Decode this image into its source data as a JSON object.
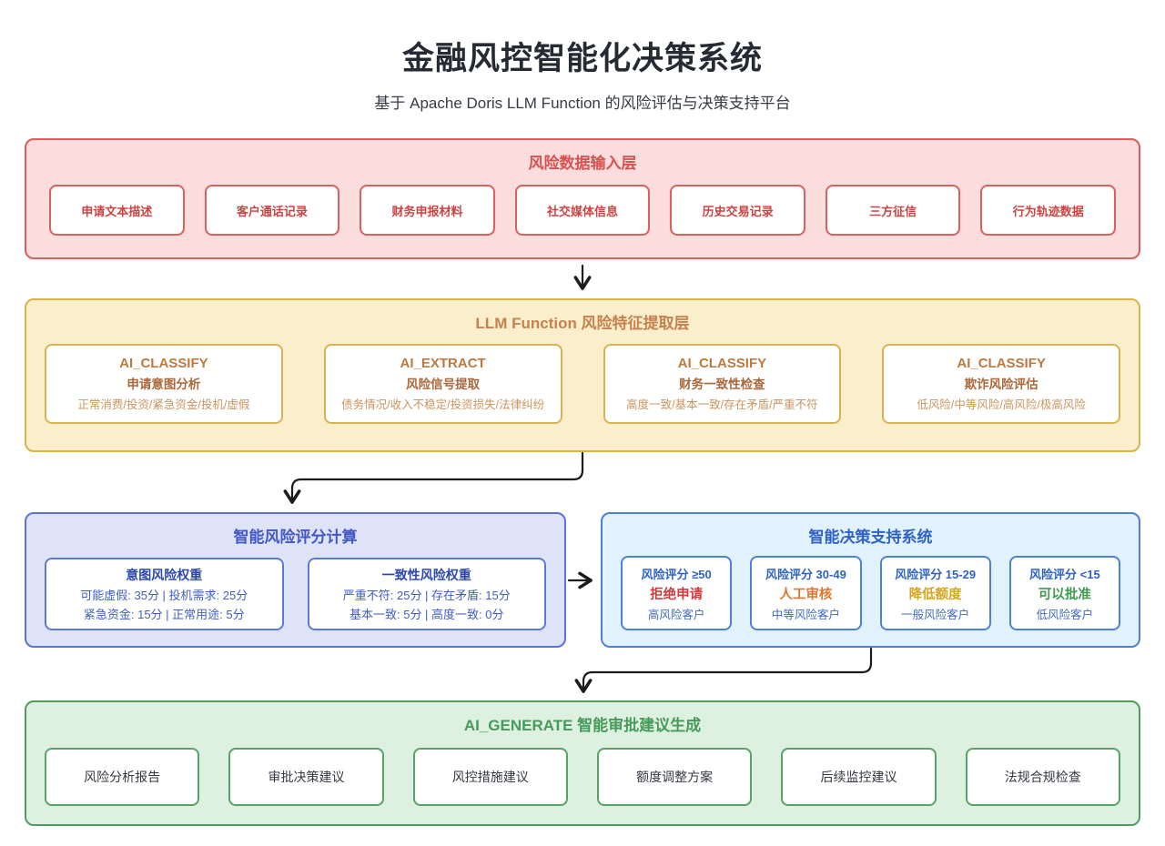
{
  "page": {
    "title": "金融风控智能化决策系统",
    "subtitle": "基于 Apache Doris LLM Function 的风险评估与决策支持平台"
  },
  "palette": {
    "input_accent": "#dd5c5c",
    "llm_accent": "#dbb34a",
    "scoring_accent": "#5a73d8",
    "decision_accent": "#4d80d8",
    "generate_accent": "#4d9f5f",
    "arrow": "#1c1c1c"
  },
  "sections": {
    "input": {
      "title": "风险数据输入层",
      "items": [
        "申请文本描述",
        "客户通话记录",
        "财务申报材料",
        "社交媒体信息",
        "历史交易记录",
        "三方征信",
        "行为轨迹数据"
      ]
    },
    "llm": {
      "title": "LLM Function 风险特征提取层",
      "cards": [
        {
          "func": "AI_CLASSIFY",
          "name": "申请意图分析",
          "detail": "正常消费/投资/紧急资金/投机/虚假"
        },
        {
          "func": "AI_EXTRACT",
          "name": "风险信号提取",
          "detail": "债务情况/收入不稳定/投资损失/法律纠纷"
        },
        {
          "func": "AI_CLASSIFY",
          "name": "财务一致性检查",
          "detail": "高度一致/基本一致/存在矛盾/严重不符"
        },
        {
          "func": "AI_CLASSIFY",
          "name": "欺诈风险评估",
          "detail": "低风险/中等风险/高风险/极高风险"
        }
      ]
    },
    "scoring": {
      "title": "智能风险评分计算",
      "cards": [
        {
          "name": "意图风险权重",
          "line1": "可能虚假: 35分 | 投机需求: 25分",
          "line2": "紧急资金: 15分 | 正常用途: 5分"
        },
        {
          "name": "一致性风险权重",
          "line1": "严重不符: 25分 | 存在矛盾: 15分",
          "line2": "基本一致: 5分 | 高度一致: 0分"
        }
      ]
    },
    "decision": {
      "title": "智能决策支持系统",
      "cards": [
        {
          "score": "风险评分 ≥50",
          "action": "拒绝申请",
          "action_color": "#d03c3c",
          "customer": "高风险客户"
        },
        {
          "score": "风险评分 30-49",
          "action": "人工审核",
          "action_color": "#e0762f",
          "customer": "中等风险客户"
        },
        {
          "score": "风险评分 15-29",
          "action": "降低额度",
          "action_color": "#d4a61d",
          "customer": "一般风险客户"
        },
        {
          "score": "风险评分 <15",
          "action": "可以批准",
          "action_color": "#3d9a4e",
          "customer": "低风险客户"
        }
      ]
    },
    "generate": {
      "title": "AI_GENERATE 智能审批建议生成",
      "items": [
        "风险分析报告",
        "审批决策建议",
        "风控措施建议",
        "额度调整方案",
        "后续监控建议",
        "法规合规检查"
      ]
    }
  }
}
